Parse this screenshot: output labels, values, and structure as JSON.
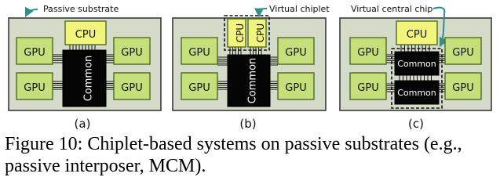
{
  "colors": {
    "substrate_fill": "#d5dbc9",
    "substrate_stroke": "#3a3a3a",
    "chip_fill": "#c5e07a",
    "chip_stroke": "#4f6b1c",
    "cpu_fill": "#f2f57c",
    "common_fill": "#050505",
    "wire": "#111111",
    "arrow": "#2f8f8a"
  },
  "panels": [
    {
      "annotation": "Passive substrate",
      "cpu_label": "CPU",
      "gpu_label": "GPU",
      "common_label": "Common",
      "sublabel": "(a)"
    },
    {
      "annotation": "Virtual chiplet",
      "cpu_label": "CPU",
      "gpu_label": "GPU",
      "common_label": "Common",
      "sublabel": "(b)"
    },
    {
      "annotation": "Virtual central chip",
      "cpu_label": "CPU",
      "gpu_label": "GPU",
      "common_label": "Common",
      "sublabel": "(c)"
    }
  ],
  "caption": {
    "line1": "Figure 10: Chiplet-based systems on passive substrates (e.g.,",
    "line2": "passive interposer, MCM)."
  }
}
